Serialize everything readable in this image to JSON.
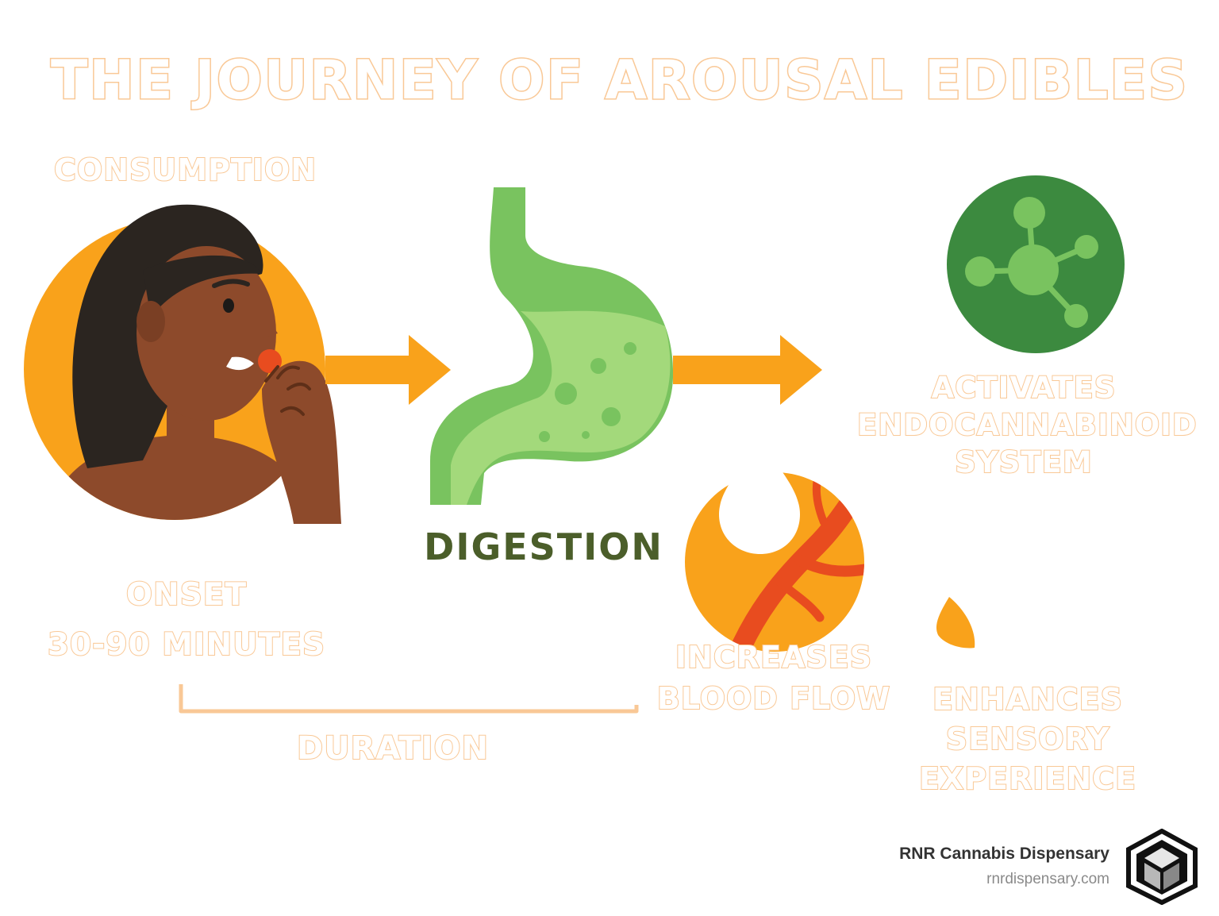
{
  "title": "THE JOURNEY OF AROUSAL EDIBLES",
  "steps": {
    "consumption": "CONSUMPTION",
    "digestion": "DIGESTION",
    "activates": [
      "ACTIVATES",
      "ENDOCANNABINOID",
      "SYSTEM"
    ],
    "increases": [
      "INCREASES",
      "BLOOD FLOW"
    ],
    "enhances": [
      "ENHANCES",
      "SENSORY",
      "EXPERIENCE"
    ]
  },
  "timing": {
    "onset": [
      "ONSET",
      "30-90 MINUTES"
    ],
    "duration": "DURATION"
  },
  "brand": {
    "name": "RNR Cannabis Dispensary",
    "url": "rnrdispensary.com"
  },
  "colors": {
    "accent_orange": "#f9a21b",
    "label_outline": "#f9c896",
    "green_dark": "#3c8a3f",
    "green_light": "#79c35f",
    "digestion_text": "#4b5e2a",
    "vessel_red": "#e84c1f"
  },
  "icons": [
    "woman-eating-icon",
    "arrow-right-icon",
    "stomach-icon",
    "molecule-icon",
    "blood-vessel-drop-icon",
    "drop-icon",
    "rnr-logo-icon"
  ]
}
